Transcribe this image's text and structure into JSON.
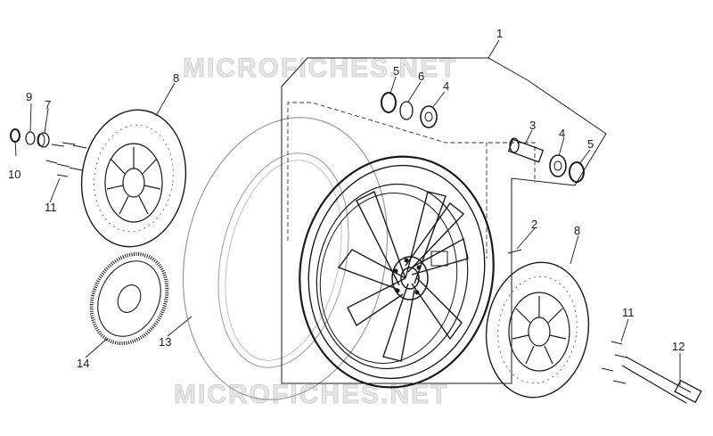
{
  "watermark": "MICROFICHES.NET",
  "callouts": {
    "c1": "1",
    "c2": "2",
    "c3": "3",
    "c4a": "4",
    "c4b": "4",
    "c5a": "5",
    "c5b": "5",
    "c6": "6",
    "c7": "7",
    "c8a": "8",
    "c8b": "8",
    "c9": "9",
    "c10": "10",
    "c11a": "11",
    "c11b": "11",
    "c12": "12",
    "c13": "13",
    "c14": "14"
  }
}
